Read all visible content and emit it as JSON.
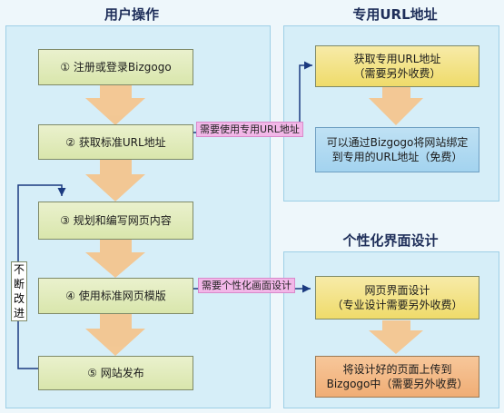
{
  "headings": {
    "user_ops": "用户操作",
    "dedicated_url": "专用URL地址",
    "custom_design": "个性化界面设计"
  },
  "steps": [
    "① 注册或登录Bizgogo",
    "② 获取标准URL地址",
    "③ 规划和编写网页内容",
    "④ 使用标准网页模版",
    "⑤ 网站发布"
  ],
  "url_boxes": {
    "get_url": [
      "获取专用URL地址",
      "（需要另外收费）"
    ],
    "bind": [
      "可以通过Bizgogo将网站绑定",
      "到专用的URL地址（免费）"
    ]
  },
  "design_boxes": {
    "design": [
      "网页界面设计",
      "（专业设计需要另外收费）"
    ],
    "upload": [
      "将设计好的页面上传到",
      "Bizgogo中（需要另外收费）"
    ]
  },
  "tags": {
    "need_url": "需要使用专用URL地址",
    "need_design": "需要个性化画面设计"
  },
  "loop_label": [
    "不",
    "断",
    "改",
    "进"
  ],
  "colors": {
    "panel": "#d6eef8",
    "step_box": "#d9e6ac",
    "highlight_box": "#efdb6a",
    "info_box": "#a3d3ef",
    "upload_box": "#f0ad75",
    "flow_arrow": "#f4c58f",
    "tag": "#f2b7e8"
  }
}
